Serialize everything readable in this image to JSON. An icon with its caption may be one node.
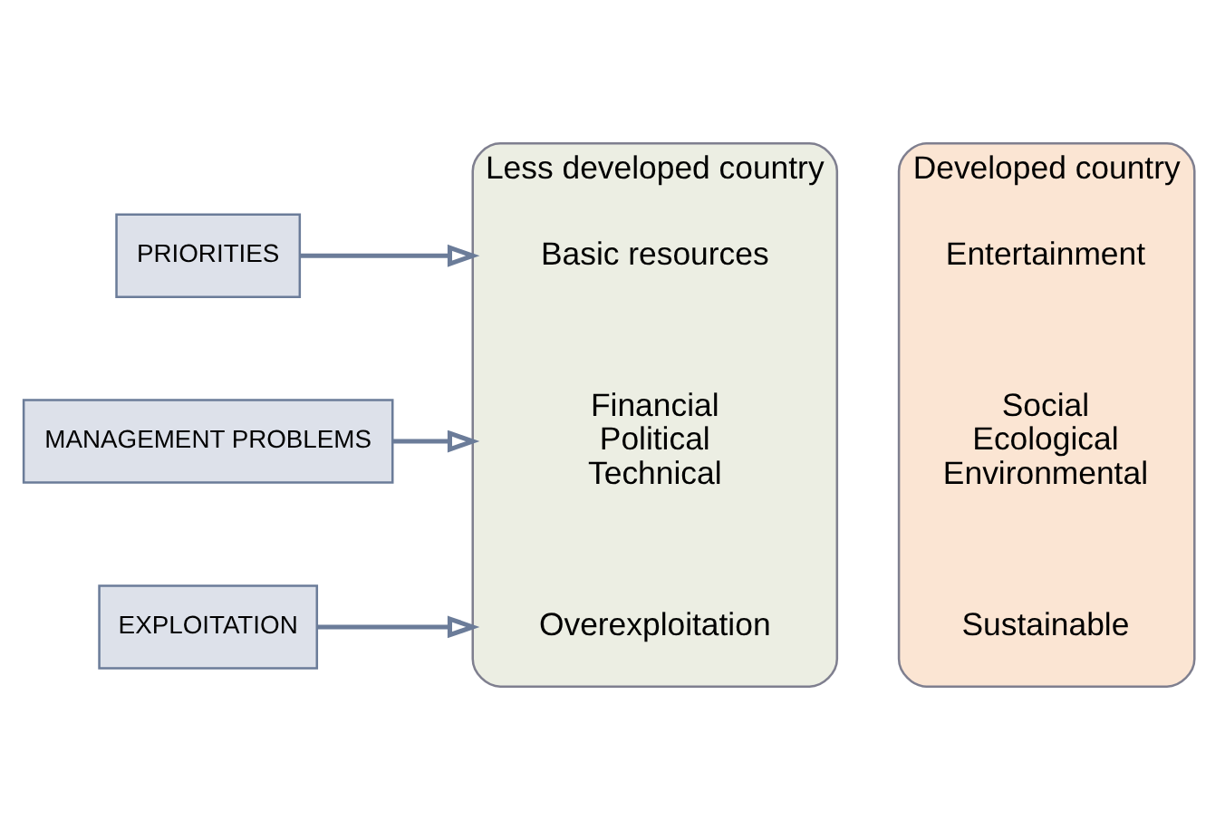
{
  "diagram": {
    "nodes": [
      {
        "text": [
          "Less developed country"
        ]
      },
      {
        "text": [
          "Basic resources"
        ],
        "in": 0
      },
      {
        "text": [
          "Financial",
          "Political",
          "Technical"
        ],
        "in": 0
      },
      {
        "text": [
          "Overexploitation"
        ],
        "in": 0
      },
      {
        "text": [
          "Developed country"
        ]
      },
      {
        "text": [
          "Entertainment"
        ],
        "in": 4
      },
      {
        "text": [
          "Social",
          "Ecological",
          "Environmental"
        ],
        "in": 4
      },
      {
        "text": [
          "Sustainable"
        ],
        "in": 4
      },
      {
        "text": [
          "PRIORITIES"
        ]
      },
      {
        "text": [
          "MANAGEMENT PROBLEMS"
        ]
      },
      {
        "text": [
          "EXPLOITATION"
        ]
      }
    ],
    "edges": [
      {
        "from": 8,
        "to": 0,
        "arrow": "to"
      },
      {
        "from": 9,
        "to": 0,
        "arrow": "to"
      },
      {
        "from": 10,
        "to": 0,
        "arrow": "to"
      }
    ]
  }
}
